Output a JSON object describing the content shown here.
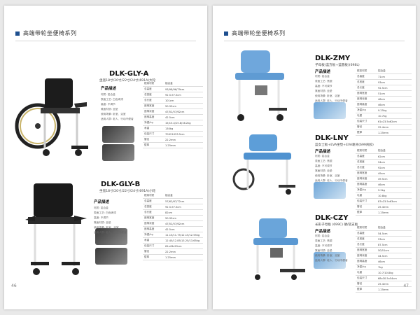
{
  "section_title": "高端带轮坐便椅系列",
  "page_left": "46",
  "page_right": "47",
  "products": [
    {
      "model": "DLK-GLY-A",
      "subtitle": "坐宽18寸/20寸/22寸/24寸(691A)大轮",
      "desc_heading": "产品描述",
      "features": [
        "材质: 铝合金",
        "表面工艺: 白色烤漆",
        "高度: 不调节",
        "凳面材质: 坐垫",
        "使用场景: 卧室、浴室",
        "适用人群: 老人、行动不便者"
      ],
      "specs": [
        [
          "框架材质",
          "铝合金"
        ],
        [
          "总高度",
          "93/98/96/79cm"
        ],
        [
          "总宽度",
          "92.5-97.5cm"
        ],
        [
          "总长度",
          "101cm"
        ],
        [
          "座椅宽度",
          "50-55cm"
        ],
        [
          "座椅深度",
          "47/52/57/62cm"
        ],
        [
          "座椅高度",
          "42.5cm"
        ],
        [
          "净重/kg",
          "15/15.4/15.8/16.2kg"
        ],
        [
          "承重",
          "130kg"
        ],
        [
          "包装尺寸",
          "70X21X53.5cm"
        ],
        [
          "管径",
          "22.2mm"
        ],
        [
          "壁厚",
          "1.25mm"
        ]
      ]
    },
    {
      "model": "DLK-GLY-B",
      "subtitle": "坐宽18寸/20寸/22寸/24寸(691A)小轮",
      "desc_heading": "产品描述",
      "features": [
        "材质: 铝合金",
        "表面工艺: 白色烤漆",
        "高度: 不调节",
        "凳面材质: 坐垫",
        "使用场景: 卧室、浴室",
        "适用人群: 老人、行动不便者"
      ],
      "specs": [
        [
          "框架材质",
          "铝合金"
        ],
        [
          "总高度",
          "57/62/67/72cm"
        ],
        [
          "总宽度",
          "92.5-97.5cm"
        ],
        [
          "总长度",
          "82cm"
        ],
        [
          "座椅宽度",
          "50-55cm"
        ],
        [
          "座椅深度",
          "47/52/57/62cm"
        ],
        [
          "座椅高度",
          "42.5cm"
        ],
        [
          "净重/kg",
          "11.15/11.75/12.15/12.55kg"
        ],
        [
          "承重",
          "12.45/12.85/13.25/13.65kg"
        ],
        [
          "包装尺寸",
          "61x43x29cm"
        ],
        [
          "管径",
          "22.2mm"
        ],
        [
          "壁厚",
          "1.25mm"
        ]
      ]
    },
    {
      "model": "DLK-ZMY",
      "subtitle": "子母板(蓝方板+蓝圆板)(698L)",
      "desc_heading": "产品描述",
      "features": [
        "材质: 铝合金",
        "表面工艺: 亮银",
        "高度: 不可调节",
        "凳面材质: 坐垫",
        "使用场景: 卧室、浴室",
        "适用人群: 老人、行动不便者"
      ],
      "specs": [
        [
          "框架材质",
          "铝合金"
        ],
        [
          "总高度",
          "71cm"
        ],
        [
          "总宽度",
          "93cm"
        ],
        [
          "总长度",
          "92.5cm"
        ],
        [
          "座椅宽度",
          "51cm"
        ],
        [
          "座椅深度",
          "46cm"
        ],
        [
          "座椅高度",
          "46cm"
        ],
        [
          "净重/kg",
          "9.25kg"
        ],
        [
          "毛重",
          "10.7kg"
        ],
        [
          "包装尺寸",
          "61x23.5x62cm"
        ],
        [
          "管径",
          "25.4mm"
        ],
        [
          "壁厚",
          "1.25mm"
        ]
      ]
    },
    {
      "model": "DLK-LNY",
      "subtitle": "蓝女士板+EVA坐垫+EVA靠背(699背胶)",
      "desc_heading": "产品描述",
      "features": [
        "材质: 铝合金",
        "表面工艺: 亮银",
        "高度: 不可调节",
        "凳面材质: 坐垫",
        "使用场景: 卧室、浴室",
        "适用人群: 老人、行动不便者"
      ],
      "specs": [
        [
          "框架材质",
          "铝合金"
        ],
        [
          "总高度",
          "62cm"
        ],
        [
          "总宽度",
          "94cm"
        ],
        [
          "总长度",
          "92cm"
        ],
        [
          "座椅宽度",
          "49cm"
        ],
        [
          "座椅深度",
          "49.5cm"
        ],
        [
          "座椅高度",
          "46cm"
        ],
        [
          "净重/kg",
          "9.9kg"
        ],
        [
          "毛重",
          "10.8kg"
        ],
        [
          "包装尺寸",
          "87x23.5x63cm"
        ],
        [
          "管径",
          "25.4mm"
        ],
        [
          "壁厚",
          "1.25mm"
        ]
      ]
    },
    {
      "model": "DLK-CZY",
      "subtitle": "长形子母板 (699C) 硬/软支板",
      "desc_heading": "产品描述",
      "features": [
        "材质: 铝合金",
        "表面工艺: 亮银",
        "高度: 不可调节",
        "凳面材质: 坐垫",
        "使用场景: 卧室、浴室",
        "适用人群: 老人、行动不便者"
      ],
      "specs": [
        [
          "框架材质",
          "铝合金"
        ],
        [
          "总高度",
          "54.5cm"
        ],
        [
          "总宽度",
          "93cm"
        ],
        [
          "总长度",
          "87.5cm"
        ],
        [
          "座椅宽度",
          "50/51cm"
        ],
        [
          "座椅深度",
          "44.5cm"
        ],
        [
          "座椅高度",
          "46cm"
        ],
        [
          "净重/kg",
          "7kg"
        ],
        [
          "毛重",
          "10.7/10.8kg"
        ],
        [
          "包装尺寸",
          "68x30.5x54cm"
        ],
        [
          "管径",
          "25.4mm"
        ],
        [
          "壁厚",
          "1.25mm"
        ]
      ]
    }
  ]
}
